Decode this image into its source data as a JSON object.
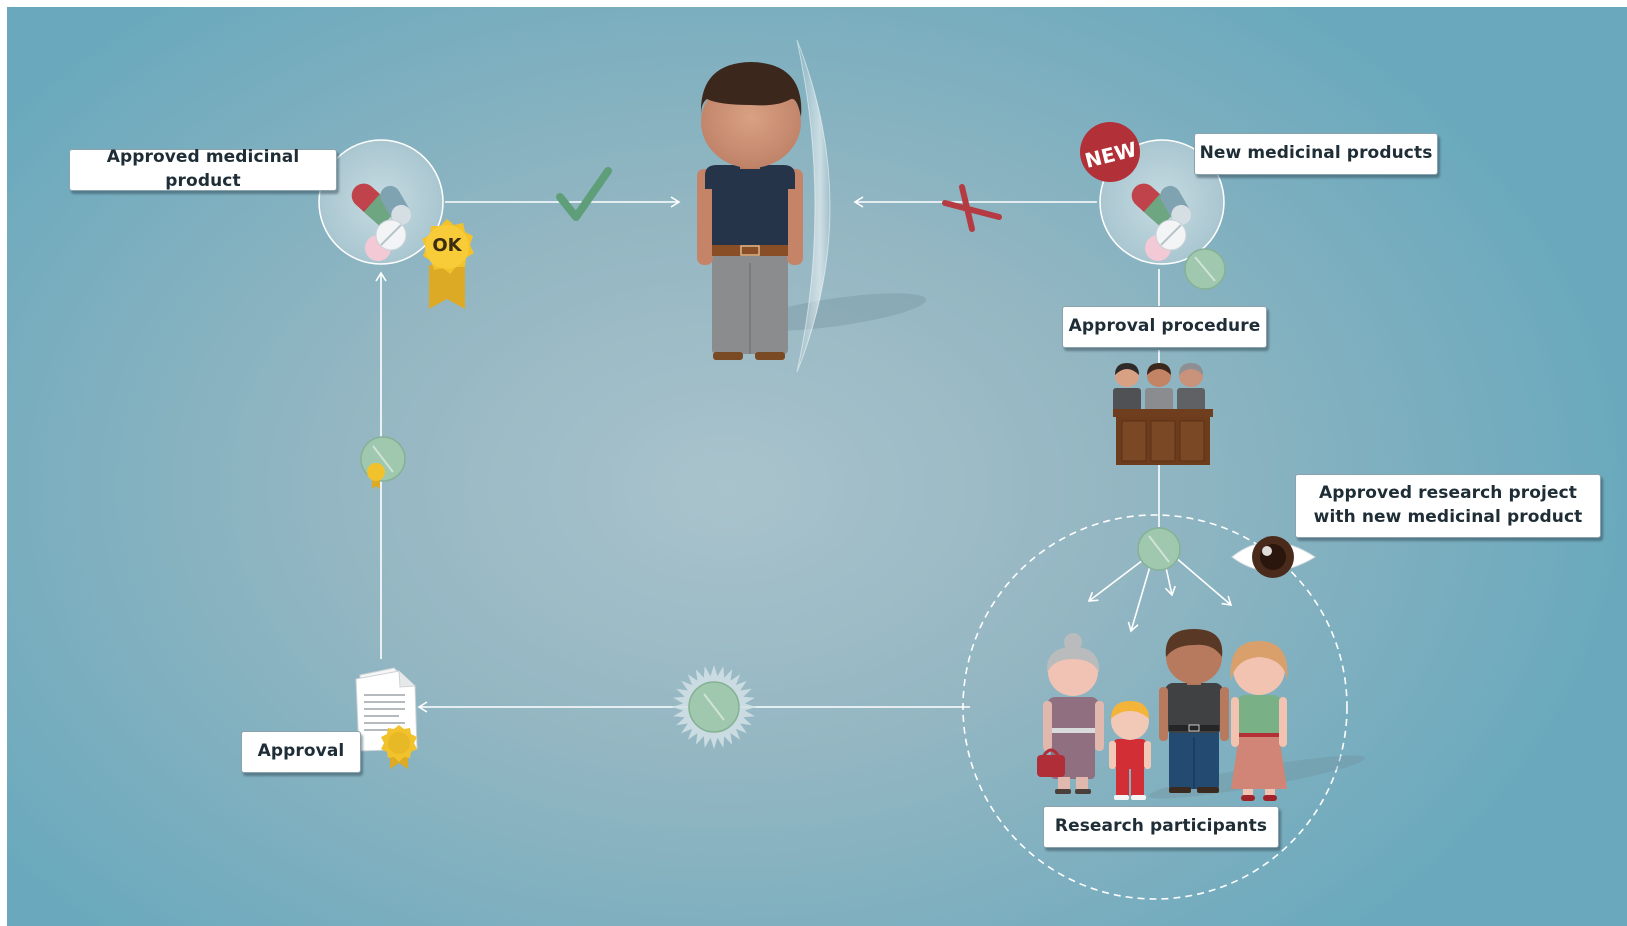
{
  "labels": {
    "approved_medicinal_product": "Approved medicinal product",
    "new_medicinal_products": "New medicinal products",
    "approval_procedure": "Approval procedure",
    "approved_research_project": "Approved research project with new medicinal product",
    "approval": "Approval",
    "research_participants": "Research participants"
  },
  "badges": {
    "ok": "OK",
    "new": "NEW"
  },
  "colors": {
    "background": "#8fb4c1",
    "connector": "#ffffff",
    "check_green": "#5e9e78",
    "cross_red": "#b53b42",
    "new_badge": "#b23138",
    "ok_seal": "#f2c22c"
  }
}
